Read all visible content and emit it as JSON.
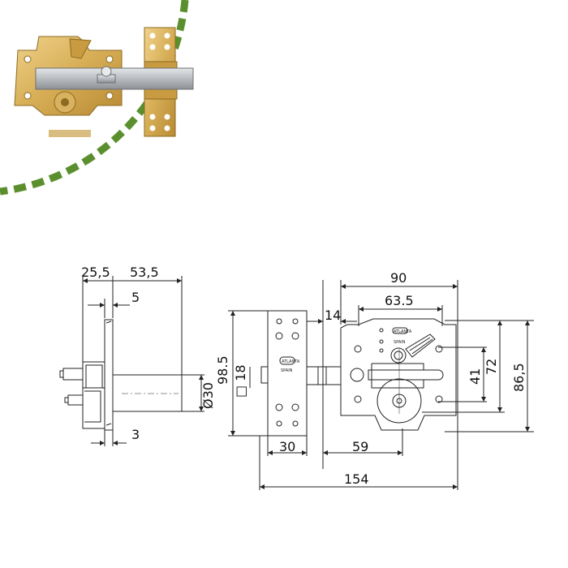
{
  "colors": {
    "accent_dash": "#5b8f2e",
    "brass": "#d9b35a",
    "steel": "#b8bcc0",
    "line": "#222222"
  },
  "photo": {
    "name": "lock-product-photo",
    "description_icon": "brass-security-lock-icon"
  },
  "side_view": {
    "dims": {
      "top_left": "25,5",
      "top_right": "53,5",
      "gap": "5",
      "diameter": "Ø30",
      "bottom": "3"
    }
  },
  "front_view": {
    "dims": {
      "overall_width": "90",
      "inner_width": "63.5",
      "offset": "14",
      "plate_height": "98.5",
      "square": "□ 18",
      "h41": "41",
      "h72": "72",
      "h86": "86,5",
      "plate_width": "30",
      "bolt_len": "59",
      "total": "154"
    },
    "plate_brand": "ATLANTA",
    "plate_origin": "SPAIN",
    "body_brand": "ATLANTA",
    "body_origin": "SPAIN"
  }
}
